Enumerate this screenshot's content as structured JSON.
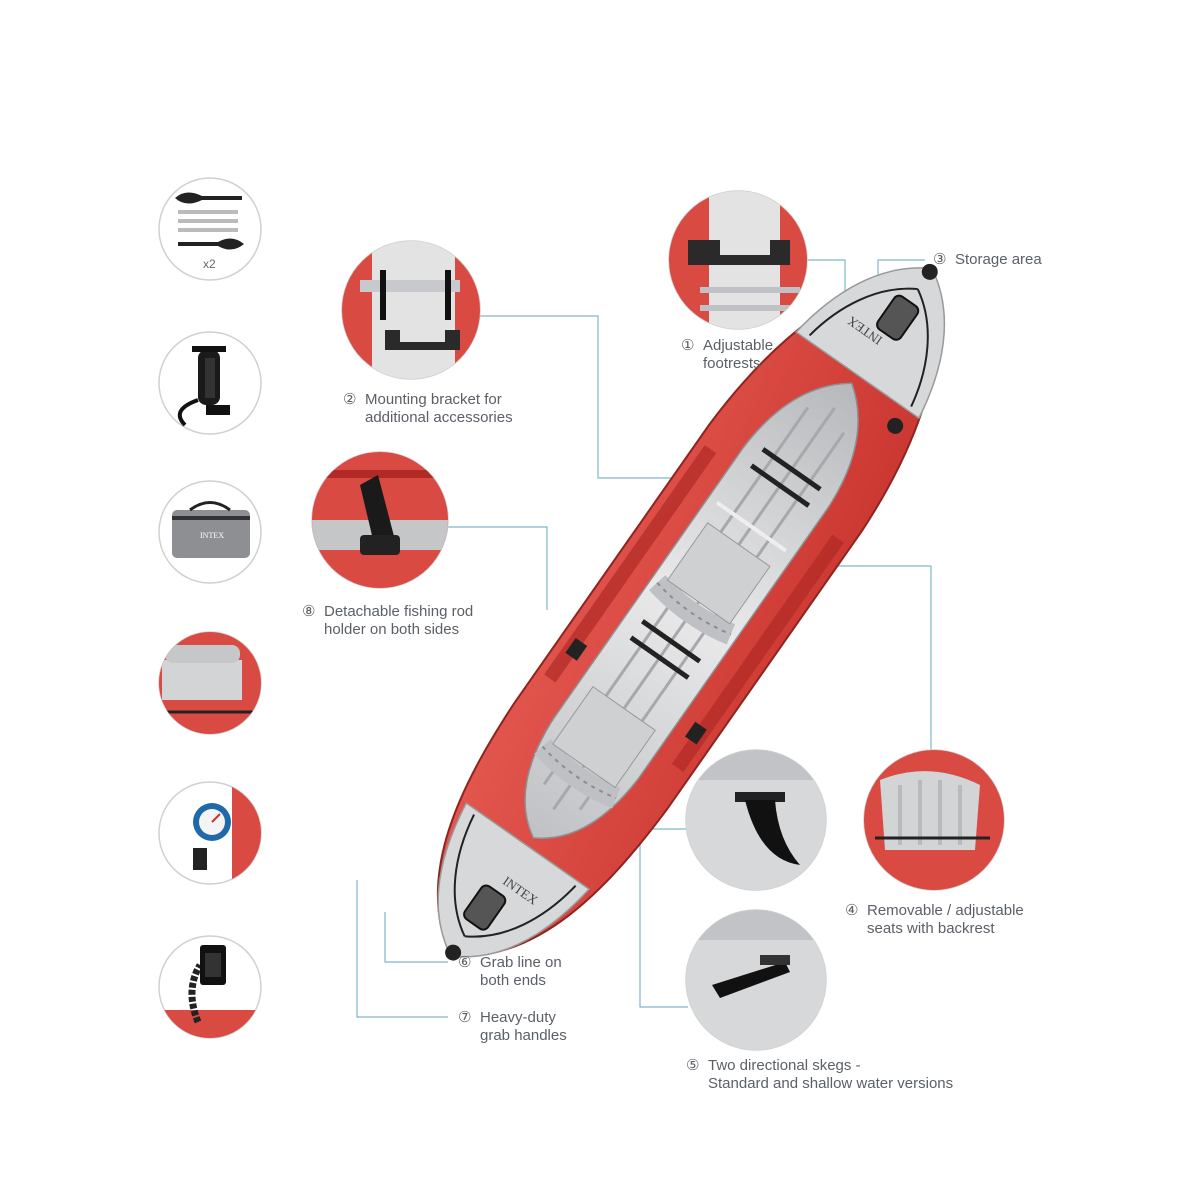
{
  "callouts": [
    {
      "num": "①",
      "line1": "Adjustable",
      "line2": "footrests"
    },
    {
      "num": "②",
      "line1": "Mounting bracket for",
      "line2": "additional accessories"
    },
    {
      "num": "③",
      "line1": "Storage area",
      "line2": ""
    },
    {
      "num": "④",
      "line1": "Removable / adjustable",
      "line2": "seats with backrest"
    },
    {
      "num": "⑤",
      "line1": "Two directional skegs -",
      "line2": "Standard and shallow water versions"
    },
    {
      "num": "⑥",
      "line1": "Grab line on",
      "line2": "both ends"
    },
    {
      "num": "⑦",
      "line1": "Heavy-duty",
      "line2": "grab handles"
    },
    {
      "num": "⑧",
      "line1": "Detachable fishing rod",
      "line2": "holder on both sides"
    }
  ],
  "accessories": {
    "paddles_qty": "x2",
    "bag_brand": "INTEX",
    "brand_text": "INTEX"
  },
  "colors": {
    "kayak_red": "#d8403a",
    "kayak_grey": "#dcdcde",
    "leader_line": "#7fb6cc"
  }
}
